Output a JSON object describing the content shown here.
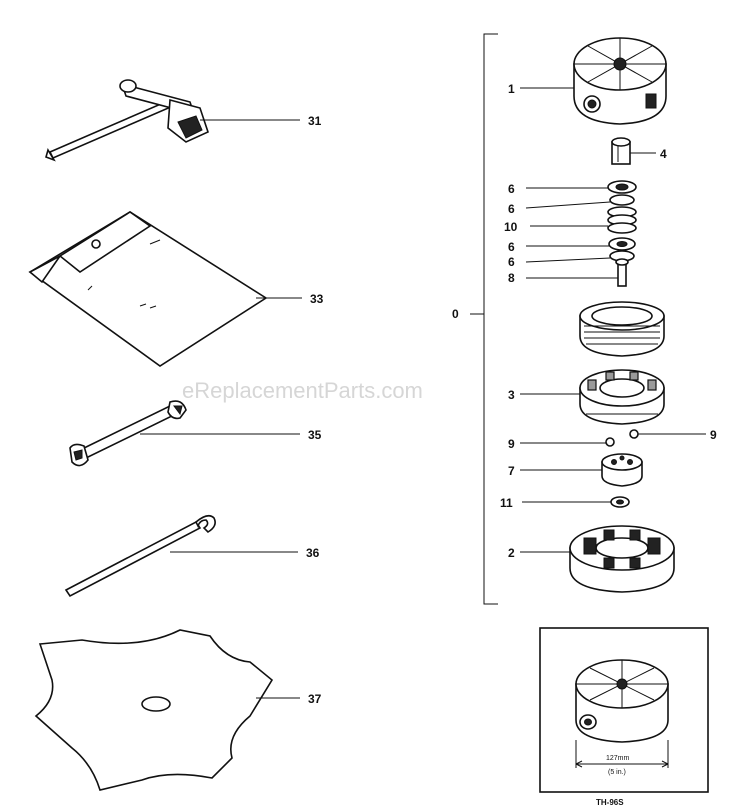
{
  "watermark": "eReplacementParts.com",
  "callouts": {
    "c31": "31",
    "c33": "33",
    "c35": "35",
    "c36": "36",
    "c37": "37",
    "c0": "0",
    "c1": "1",
    "c4": "4",
    "c6a": "6",
    "c6b": "6",
    "c10": "10",
    "c6c": "6",
    "c6d": "6",
    "c8": "8",
    "c3": "3",
    "c9a": "9",
    "c9b": "9",
    "c7": "7",
    "c11": "11",
    "c2": "2"
  },
  "inset": {
    "dimension_mm": "127mm",
    "dimension_in": "(5 in.)",
    "caption": "TH-96S"
  }
}
